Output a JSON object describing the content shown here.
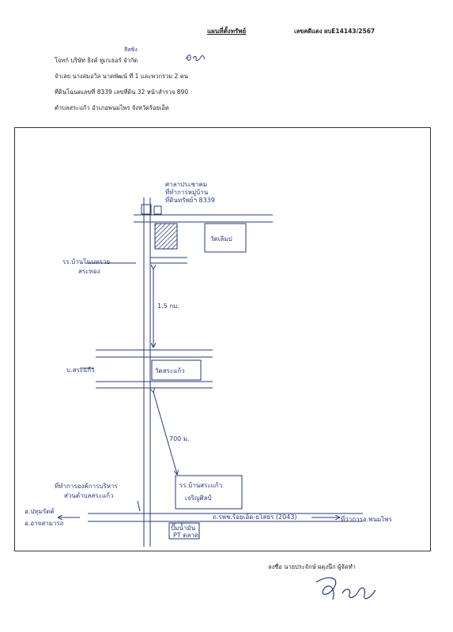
{
  "document": {
    "title": "แผนที่ตั้งทรัพย์",
    "case_number": "เลขคดีแดง ผบE14143/2567",
    "lines": [
      "โจทก์ บริษัท ธิงค์ ทูเกเธอร์ จำกัด",
      "จำเลย นางสมอวิล นาคพัฒน์ ที่ 1 และพวกรวม 2 คน",
      "ที่ดินโฉนดเลขที่ 8339 เลขที่ดิน 32 หน้าสำรวจ 890",
      "ตำบลสระแก้ว อำเภอพนมไพร จังหวัดร้อยเอ็ด"
    ],
    "handwritten_insert": "ลีสซิ่ง",
    "signer_line": "ลงชื่อ นายประจักษ์ ผดุงนึก ผู้จัดทำ"
  },
  "map_labels": {
    "pavilion": "ศาลาประชาคม",
    "village_office": "ที่ทำการหมู่บ้าน",
    "property": "ที่ดินทรัพย์ฯ 8339",
    "temple_top": "วัดเลิมป",
    "school1_line1": "รร.บ้านโนนทรวย",
    "school1_line2": "สระทอง",
    "distance1": "1.5 กม.",
    "village": "บ.สระแก้ว",
    "temple_mid": "วัดสระแก้ว",
    "distance2": "700 ม.",
    "school2_line1": "รร.บ้านสระแก้ว",
    "school2_line2": "เจริญศิลป์",
    "health_line1": "ที่ทำการองค์การบริหาร",
    "health_line2": "ส่วนตำบลสระแก้ว",
    "road": "ถ.รพช.ร้อยเอ็ด-ยโสธร (2043)",
    "left_dest1": "อ.ปทุมรัตต์",
    "left_dest2": "อ.อาจสามารถ",
    "right_dest": "ที่ว่าการอ.พนมไพร",
    "gas_line1": "ปั๊มน้ำมัน",
    "gas_line2": "PT ตลาด"
  }
}
